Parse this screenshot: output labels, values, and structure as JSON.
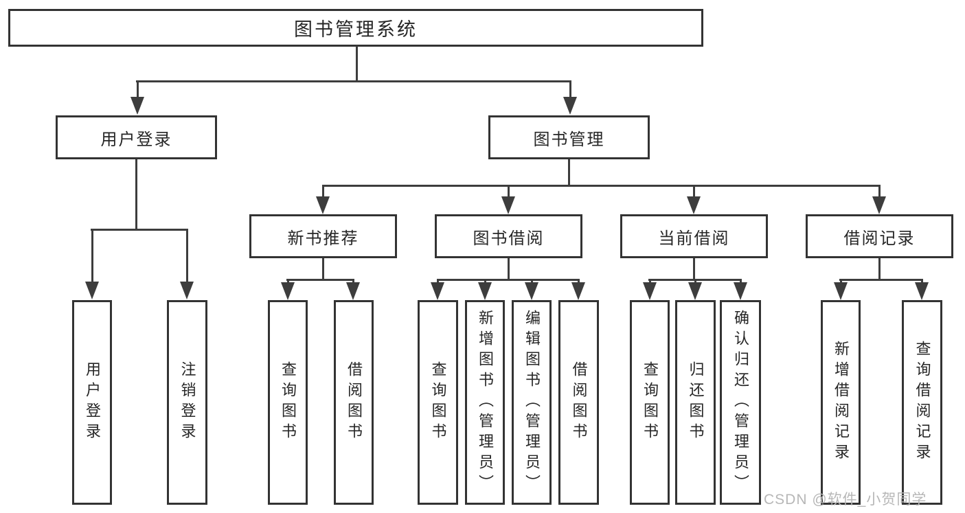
{
  "tree": {
    "root": "图书管理系统",
    "branches": [
      {
        "label": "用户登录",
        "children": [
          "用户登录",
          "注销登录"
        ]
      },
      {
        "label": "图书管理",
        "modules": [
          {
            "label": "新书推荐",
            "children": [
              "查询图书",
              "借阅图书"
            ]
          },
          {
            "label": "图书借阅",
            "children": [
              "查询图书",
              "新增图书（管理员）",
              "编辑图书（管理员）",
              "借阅图书"
            ]
          },
          {
            "label": "当前借阅",
            "children": [
              "查询图书",
              "归还图书",
              "确认归还（管理员）"
            ]
          },
          {
            "label": "借阅记录",
            "children": [
              "新增借阅记录",
              "查询借阅记录"
            ]
          }
        ]
      }
    ]
  },
  "watermark": "CSDN @软件_小贺同学",
  "colors": {
    "line": "#3d3d3d",
    "border": "#333333",
    "text": "#262626",
    "watermark": "#b7b7b7",
    "background": "#ffffff"
  }
}
